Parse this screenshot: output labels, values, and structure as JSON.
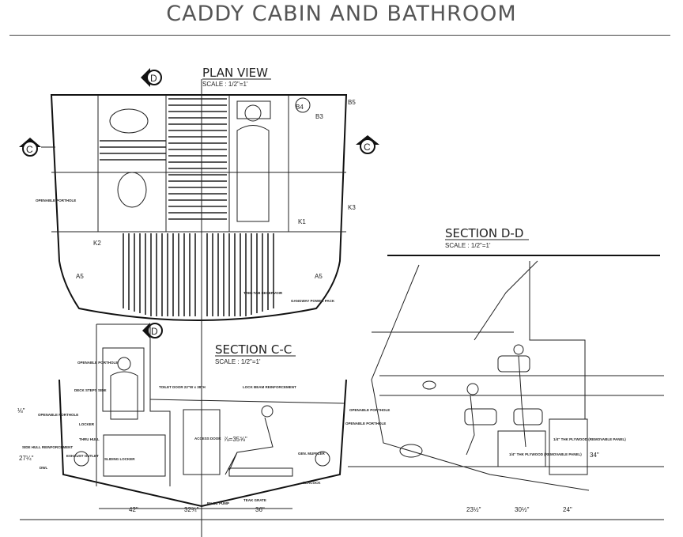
{
  "title": "CADDY CABIN AND BATHROOM",
  "plan_view": {
    "heading": "PLAN VIEW",
    "scale": "SCALE : 1/2\"=1'",
    "markers": {
      "d": "D",
      "c": "C"
    },
    "labels": {
      "porthole": "OPENABLE PORTHOLE",
      "a5_left": "A5",
      "a5_right": "A5",
      "k1": "K1",
      "k2": "K2",
      "k3": "K3",
      "b3": "B3",
      "b4": "B4",
      "b5": "B5",
      "trim_tab": "TRIM-TAB RESERVOIR",
      "gangway": "GANGWAY POWER PACK"
    }
  },
  "section_cc": {
    "heading": "SECTION C-C",
    "scale": "SCALE : 1/2\"=1'",
    "labels": {
      "porthole_upper": "OPENABLE PORTHOLE",
      "deck_steps": "DECK STEPS SIDE",
      "porthole_left": "OPENABLE PORTHOLE",
      "locker": "LOCKER",
      "side_hull": "SIDE HULL REINFORCEMENT",
      "thru_hull": "THRU HULL",
      "exhaust": "EXHAUST OUTLET",
      "dwl": "DWL",
      "sliding_locker": "SLIDING LOCKER",
      "toilet_door": "TOILET DOOR 22\"W x 38\"H",
      "access_door": "ACCESS DOOR",
      "lock_beam": "LOCK BEAM REINFORCEMENT",
      "gen_muffler": "GEN. MUFFLER",
      "teak_grate": "TEAK GRATE",
      "bilge_pump": "BILGE PUMP",
      "seacock": "SEACOCK",
      "porthole_right": "OPENABLE PORTHOLE"
    },
    "dimensions": {
      "d42": "42\"",
      "d32": "32¾\"",
      "d36": "36\"",
      "d27": "27¼\"",
      "d18": "⅛\"",
      "d35": "⅞=35⅝\""
    }
  },
  "section_dd": {
    "heading": "SECTION D-D",
    "scale": "SCALE : 1/2\"=1'",
    "labels": {
      "porthole": "OPENABLE PORTHOLE",
      "panel_left": "1/4\" THK PLYWOOD (REMOVABLE PANEL)",
      "panel_right": "1/4\" THK PLYWOOD (REMOVABLE PANEL)"
    },
    "dimensions": {
      "d34": "34\"",
      "d24": "24\"",
      "d30": "30½\"",
      "d23": "23½\""
    }
  }
}
